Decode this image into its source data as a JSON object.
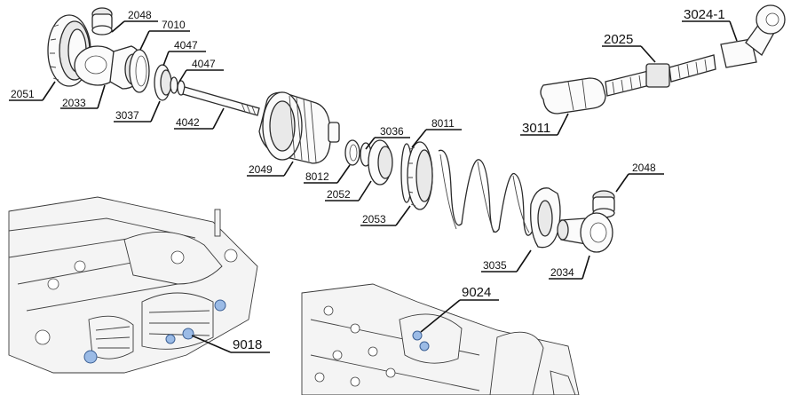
{
  "diagram": {
    "parts": {
      "p2051": "2051",
      "p2048a": "2048",
      "p7010": "7010",
      "p4047a": "4047",
      "p4047b": "4047",
      "p2033": "2033",
      "p3037": "3037",
      "p4042": "4042",
      "p2049": "2049",
      "p8012": "8012",
      "p3036": "3036",
      "p8011": "8011",
      "p2052": "2052",
      "p2053": "2053",
      "p3011": "3011",
      "p2025": "2025",
      "p3024_1": "3024-1",
      "p2048b": "2048",
      "p3035": "3035",
      "p2034": "2034",
      "p9024": "9024",
      "p9018": "9018"
    },
    "colors": {
      "highlight": "#9bbbe6",
      "line": "#111111"
    }
  }
}
